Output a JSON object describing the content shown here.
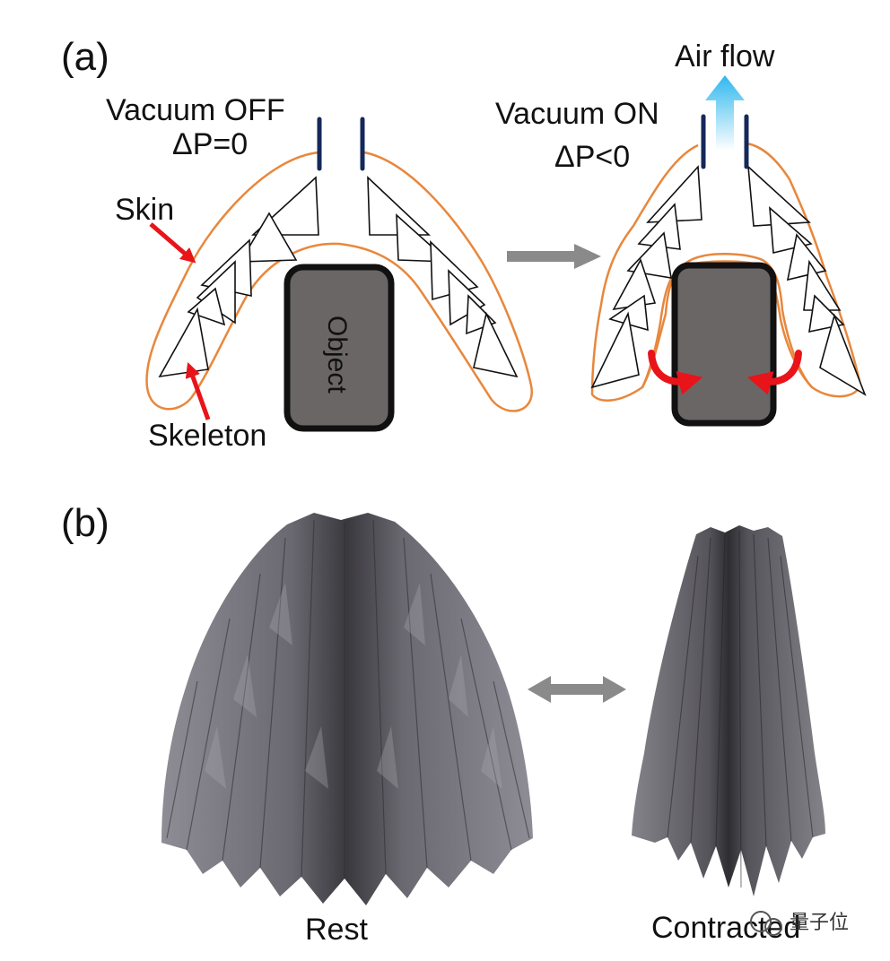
{
  "panel_a": {
    "label": "(a)",
    "off_title": "Vacuum OFF",
    "off_pressure": "ΔP=0",
    "on_title": "Vacuum ON",
    "on_pressure": "ΔP<0",
    "air_flow": "Air flow",
    "skin": "Skin",
    "skeleton": "Skeleton",
    "object": "Object"
  },
  "panel_b": {
    "label": "(b)",
    "rest": "Rest",
    "contracted": "Contracted"
  },
  "watermark": "量子位",
  "colors": {
    "skin": "#e8873c",
    "tube": "#14285a",
    "object_fill": "#6b6666",
    "object_stroke": "#111111",
    "callout_arrow": "#e8141a",
    "transition_arrow": "#8a8a8a",
    "air_flow_arrow": "#3cc4f0",
    "origami": "#6f6e76"
  }
}
